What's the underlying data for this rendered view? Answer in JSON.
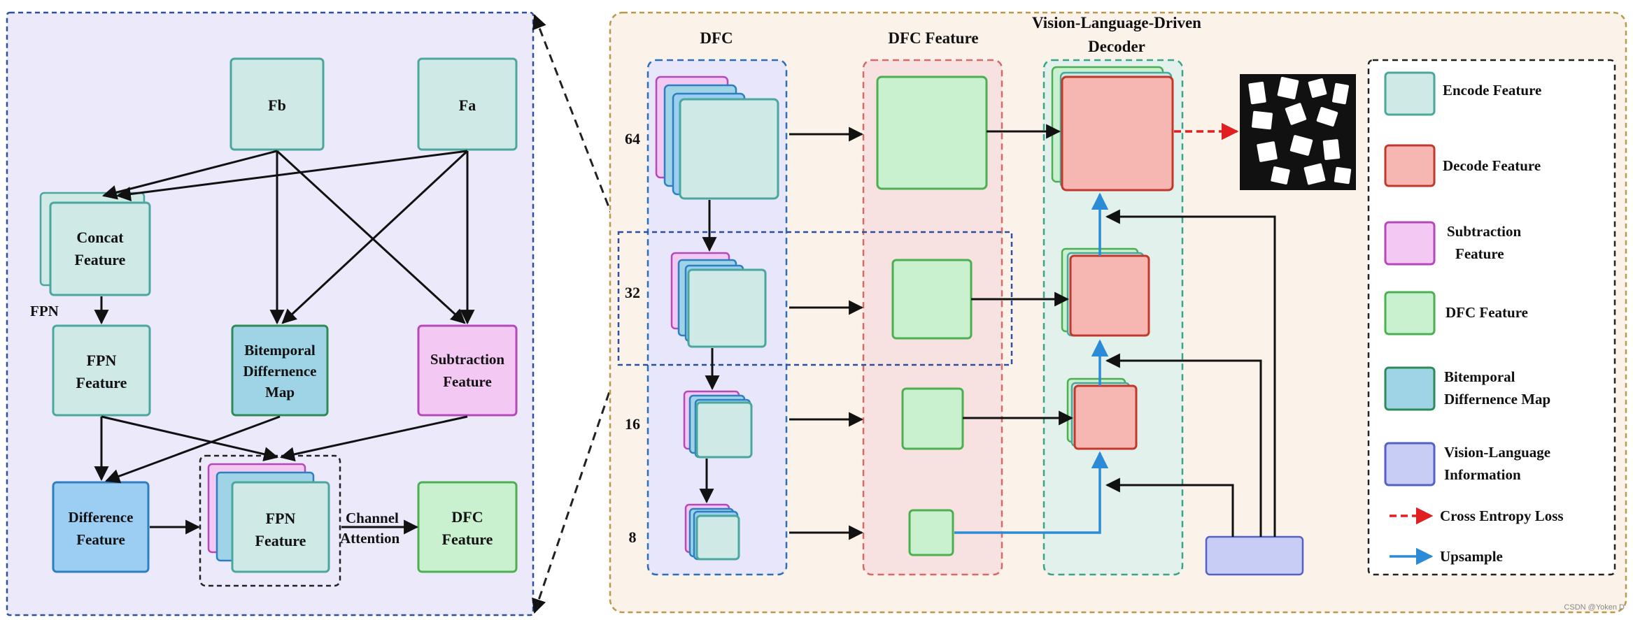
{
  "colors": {
    "encode_fill": "#cfe9e6",
    "encode_stroke": "#4aa79c",
    "decode_fill": "#f6b7b2",
    "decode_stroke": "#c0392b",
    "subtraction_fill": "#f3c8f3",
    "subtraction_stroke": "#b34ab8",
    "dfc_fill": "#c9f0cf",
    "dfc_stroke": "#4caf50",
    "bitemporal_fill": "#9fd3e6",
    "bitemporal_stroke": "#2e8b57",
    "vl_fill": "#c7cdf4",
    "vl_stroke": "#5560c8",
    "difference_fill": "#9ccdf2",
    "difference_stroke": "#2c7fc0",
    "loss_color": "#e02020",
    "upsample_color": "#2b8bd6",
    "left_panel_bg": "#ece9fb",
    "right_panel_bg": "#fbf3ea"
  },
  "left": {
    "fb": "Fb",
    "fa": "Fa",
    "concat": [
      "Concat",
      "Feature"
    ],
    "fpn_tag": "FPN",
    "fpn_feature": [
      "FPN",
      "Feature"
    ],
    "bitemporal": [
      "Bitemporal",
      "Differnence",
      "Map"
    ],
    "subtraction": [
      "Subtraction",
      "Feature"
    ],
    "difference": [
      "Difference",
      "Feature"
    ],
    "fpn_stack": [
      "FPN",
      "Feature"
    ],
    "channel_attention": [
      "Channel",
      "Attention"
    ],
    "dfc": [
      "DFC",
      "Feature"
    ]
  },
  "right": {
    "col_dfc": "DFC",
    "col_dfc_feature": "DFC Feature",
    "col_decoder": [
      "Vision-Language-Driven",
      "Decoder"
    ],
    "scales": [
      "64",
      "32",
      "16",
      "8"
    ]
  },
  "legend": {
    "items": [
      {
        "label": [
          "Encode Feature"
        ]
      },
      {
        "label": [
          "Decode Feature"
        ]
      },
      {
        "label": [
          "Subtraction",
          "Feature"
        ]
      },
      {
        "label": [
          "DFC Feature"
        ]
      },
      {
        "label": [
          "Bitemporal",
          "Differnence Map"
        ]
      },
      {
        "label": [
          "Vision-Language",
          "Information"
        ]
      },
      {
        "label": [
          "Cross Entropy Loss"
        ]
      },
      {
        "label": [
          "Upsample"
        ]
      }
    ]
  },
  "watermark": "CSDN @Yoken D"
}
